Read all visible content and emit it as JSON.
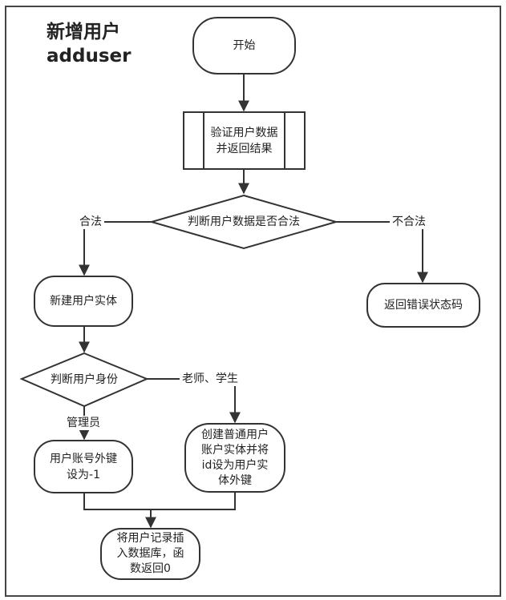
{
  "diagram": {
    "title": "新增用户",
    "subtitle": "adduser",
    "nodes": {
      "start": "开始",
      "validate": "验证用户数据\n并返回结果",
      "check_valid": "判断用户数据是否合法",
      "new_entity": "新建用户实体",
      "return_error": "返回错误状态码",
      "check_identity": "判断用户身份",
      "admin_fk": "用户账号外键\n设为-1",
      "normal_user": "创建普通用户\n账户实体并将\nid设为用户实\n体外键",
      "insert_record": "将用户记录插\n入数据库，函\n数返回0"
    },
    "edge_labels": {
      "valid": "合法",
      "invalid": "不合法",
      "admin": "管理员",
      "teacher_student": "老师、学生"
    }
  }
}
